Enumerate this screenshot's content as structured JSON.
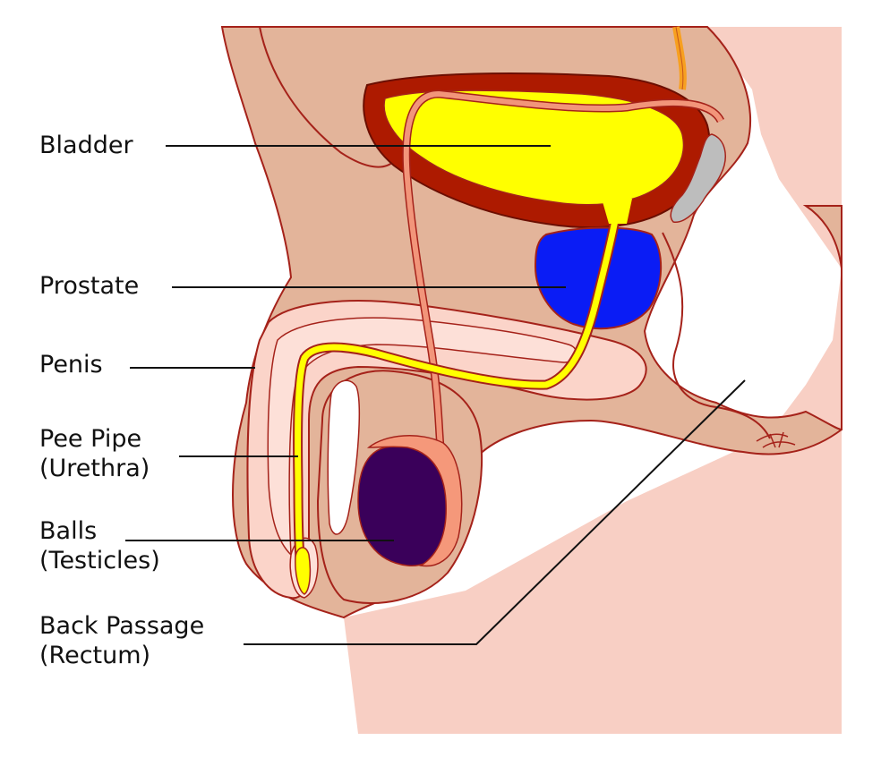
{
  "labels": {
    "bladder": "Bladder",
    "prostate": "Prostate",
    "penis": "Penis",
    "urethra": [
      "Pee Pipe",
      "(Urethra)"
    ],
    "testicles": [
      "Balls",
      "(Testicles)"
    ],
    "rectum": [
      "Back Passage",
      "(Rectum)"
    ]
  },
  "colors": {
    "outline": "#a5221a",
    "body_tan": "#e3b49a",
    "body_pink": "#f8cfc4",
    "penis_light": "#fbd4c9",
    "bladder_wall": "#ad1a00",
    "bladder_fill": "#ffff00",
    "prostate": "#0a1cf5",
    "testicle": "#3a005a",
    "epididymis": "#f5987a",
    "vas_deferens": "#f2957a",
    "ureter": "#f7a020",
    "seminal_vesicle": "#bdbdbd",
    "leader_line": "#111111"
  }
}
